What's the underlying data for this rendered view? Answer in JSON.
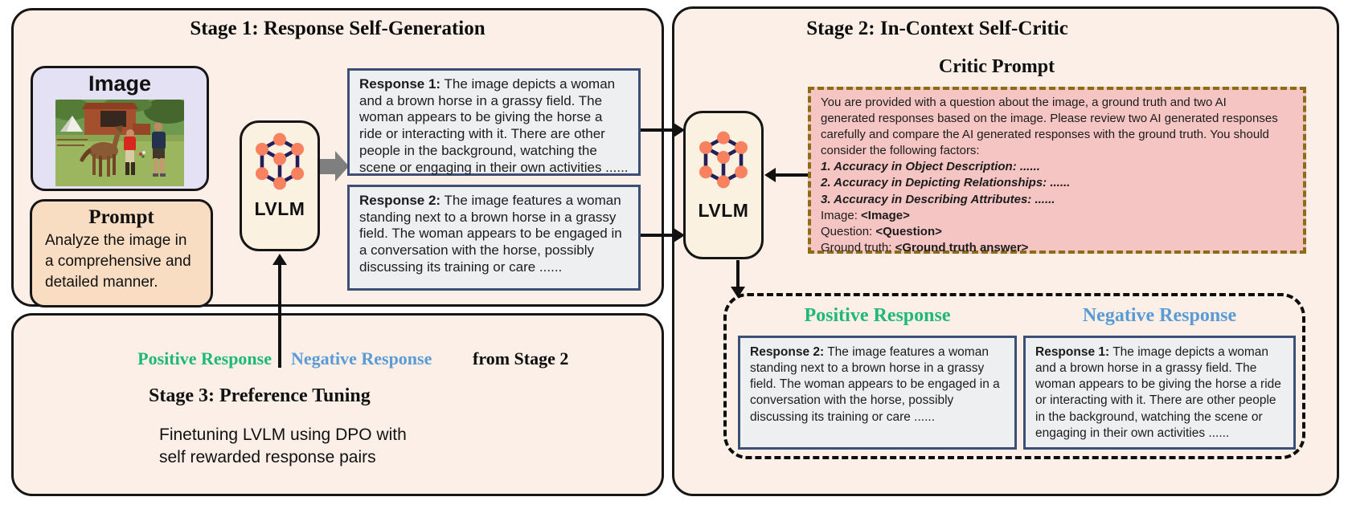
{
  "stage1": {
    "title": "Stage 1: Response Self-Generation",
    "image_card": {
      "title": "Image",
      "photo_description": "woman with a brown horse, red barn and bystanders in a grassy field"
    },
    "prompt_card": {
      "title": "Prompt",
      "body": "Analyze the image in a comprehensive and detailed manner."
    },
    "lvlm_label": "LVLM",
    "response1": {
      "label": "Response 1:",
      "text": "The image depicts a woman and a brown horse in a grassy field. The woman appears to be giving the horse a ride or interacting with it. There are other people in the background, watching the scene or engaging in their own activities ......"
    },
    "response2": {
      "label": "Response 2:",
      "text": "The image features a woman standing next to a brown horse in a grassy field. The woman appears to be engaged in a conversation with the horse, possibly discussing its training or care ......"
    }
  },
  "stage2": {
    "title": "Stage 2: In-Context Self-Critic",
    "critic_title": "Critic Prompt",
    "lvlm_label": "LVLM",
    "critic": {
      "intro": "You are provided with a question about the image, a ground truth and two AI\ngenerated responses based on the image. Please review two AI generated responses\ncarefully and compare the AI generated responses with the ground truth. You should\nconsider the following factors:",
      "factors": [
        "1. Accuracy in Object Description: ......",
        "2. Accuracy in Depicting Relationships: ......",
        "3. Accuracy in Describing Attributes: ......"
      ],
      "fields": [
        {
          "label": "Image: ",
          "value": "<Image>"
        },
        {
          "label": "Question: ",
          "value": "<Question>"
        },
        {
          "label": "Ground truth: ",
          "value": "<Ground truth answer>"
        }
      ]
    },
    "results": {
      "positive_header": "Positive Response",
      "negative_header": "Negative Response",
      "positive": {
        "label": "Response 2:",
        "text": "The image features a woman standing next to a brown horse in a grassy field. The woman appears to be engaged in a conversation with the horse, possibly discussing its training or care ......"
      },
      "negative": {
        "label": "Response 1:",
        "text": "The image depicts a woman and a brown horse in a grassy field. The woman appears to be giving the horse a ride or interacting with it. There are other people in the background, watching the scene or engaging in their own activities ......"
      }
    }
  },
  "stage3": {
    "positive_label": "Positive Response",
    "negative_label": "Negative Response",
    "from_label": "from Stage 2",
    "title": "Stage 3: Preference Tuning",
    "body": "Finetuning LVLM using DPO with\nself rewarded response pairs"
  },
  "colors": {
    "panel_bg": "#FBEFE7",
    "image_card_bg": "#E4E1F4",
    "prompt_card_bg": "#F8DDC2",
    "lvlm_card_bg": "#FAF1E1",
    "response_box_bg": "#EEEFF1",
    "response_box_border": "#3C5077",
    "critic_box_bg": "#F5C5C3",
    "critic_box_border": "#8A6D15",
    "positive_green": "#1FB877",
    "negative_blue": "#5B9BD5",
    "arrow_black": "#111111",
    "arrow_gray": "#7F7F7F",
    "cube_node": "#F8815F",
    "cube_edge": "#241E5A"
  }
}
